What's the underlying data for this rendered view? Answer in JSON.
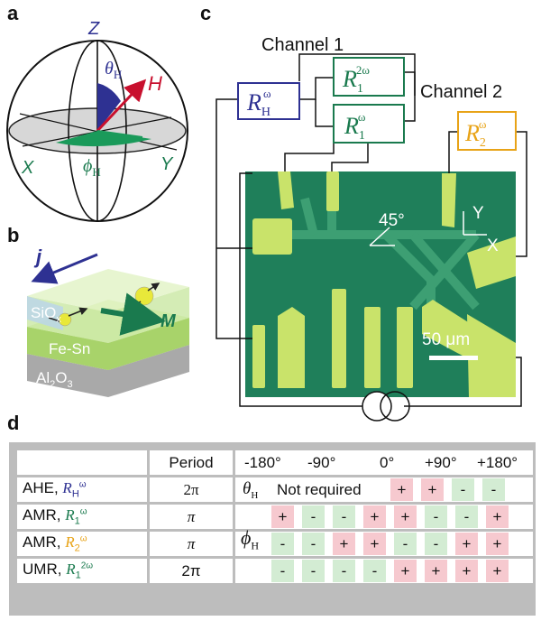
{
  "panels": {
    "a": "a",
    "b": "b",
    "c": "c",
    "d": "d"
  },
  "sphere": {
    "axis_z": "Z",
    "axis_x": "X",
    "axis_y": "Y",
    "field": "H",
    "theta": "θ",
    "theta_sub": "H",
    "phi": "ϕ",
    "phi_sub": "H"
  },
  "device": {
    "current": "j",
    "magnetization": "M",
    "layers": [
      {
        "name": "SiO",
        "sub": "x"
      },
      {
        "name": "Fe-Sn",
        "sub": ""
      },
      {
        "name": "Al",
        "sub": "2",
        "name2": "O",
        "sub2": "3"
      }
    ]
  },
  "circuit": {
    "channel1": "Channel 1",
    "channel2": "Channel 2",
    "r_hall": {
      "symbol": "R",
      "sub": "H",
      "sup": "ω"
    },
    "r_1_2w": {
      "symbol": "R",
      "sub": "1",
      "sup": "2ω"
    },
    "r_1_w": {
      "symbol": "R",
      "sub": "1",
      "sup": "ω"
    },
    "r_2_w": {
      "symbol": "R",
      "sub": "2",
      "sup": "ω"
    },
    "angle_label": "45°",
    "axis_x": "X",
    "axis_y": "Y",
    "scale_bar": "50 μm",
    "colors": {
      "hall": "#2e3192",
      "ch1": "#1a7a4e",
      "ch2": "#e8a317",
      "chip": "#1f7f5a",
      "pad": "#c9e36a"
    }
  },
  "table": {
    "header": {
      "period": "Period",
      "angles": [
        "-180°",
        "-90°",
        "0°",
        "+90°",
        "+180°"
      ]
    },
    "rows": [
      {
        "effect": "AHE,",
        "symbol": "R",
        "sub": "H",
        "sup": "ω",
        "color": "#2e3192",
        "period": "2π"
      },
      {
        "effect": "AMR,",
        "symbol": "R",
        "sub": "1",
        "sup": "ω",
        "color": "#1a7a4e",
        "period": "π"
      },
      {
        "effect": "AMR,",
        "symbol": "R",
        "sub": "2",
        "sup": "ω",
        "color": "#e8a317",
        "period": "π"
      },
      {
        "effect": "UMR,",
        "symbol": "R",
        "sub": "1",
        "sup": "2ω",
        "color": "#1a7a4e",
        "period": "2π"
      }
    ],
    "theta_label": "θ",
    "theta_sub": "H",
    "phi_label": "ϕ",
    "phi_sub": "H",
    "not_required": "Not required",
    "theta_signs": [
      "+",
      "+",
      "-",
      "-"
    ],
    "phi_signs": [
      [
        "+",
        "-",
        "-",
        "+",
        "+",
        "-",
        "-",
        "+"
      ],
      [
        "-",
        "-",
        "+",
        "+",
        "-",
        "-",
        "+",
        "+"
      ],
      [
        "-",
        "-",
        "-",
        "-",
        "+",
        "+",
        "+",
        "+"
      ]
    ],
    "colors": {
      "plus": "#f6c9cf",
      "minus": "#d3ecd3"
    }
  }
}
